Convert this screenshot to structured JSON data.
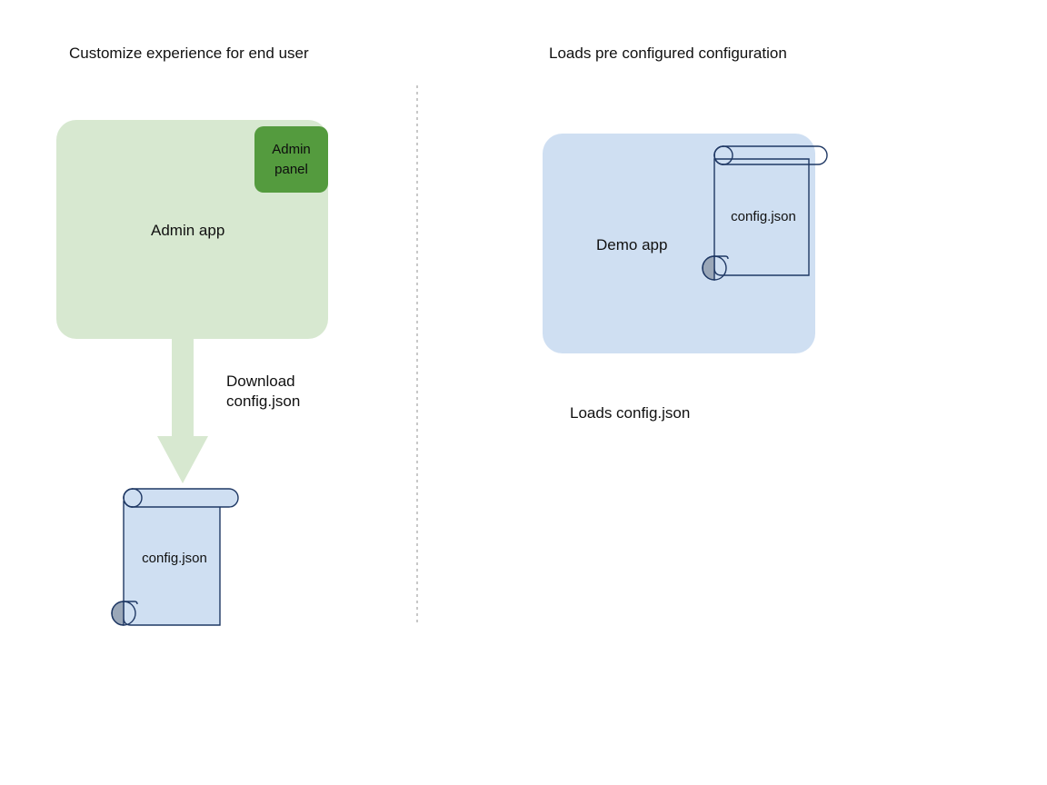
{
  "diagram": {
    "type": "flow-diagram",
    "background": "#ffffff",
    "headings": {
      "left": "Customize experience for end user",
      "right": "Loads pre configured configuration"
    },
    "divider": {
      "style": "dotted-vertical",
      "color": "#c8c8c8"
    },
    "left_panel": {
      "app": {
        "label": "Admin app",
        "fill": "#d7e8d0"
      },
      "chip": {
        "line1": "Admin",
        "line2": "panel",
        "fill": "#549b3e",
        "text_color": "#0d0d0d"
      },
      "arrow": {
        "direction": "down",
        "fill": "#d7e8d0",
        "caption_line1": "Download",
        "caption_line2": "config.json"
      },
      "document": {
        "label": "config.json",
        "fill": "#cfdff2",
        "stroke": "#1f3864",
        "curl_fill": "#9aa7b8"
      }
    },
    "right_panel": {
      "app": {
        "label": "Demo app",
        "fill": "#cfdff2"
      },
      "document": {
        "label": "config.json",
        "fill": "transparent",
        "stroke": "#1f3864",
        "curl_fill": "#9aa7b8"
      },
      "caption": "Loads config.json"
    },
    "icons": {
      "document_scroll": "scroll-document-icon",
      "arrow_down": "arrow-down-icon"
    }
  }
}
